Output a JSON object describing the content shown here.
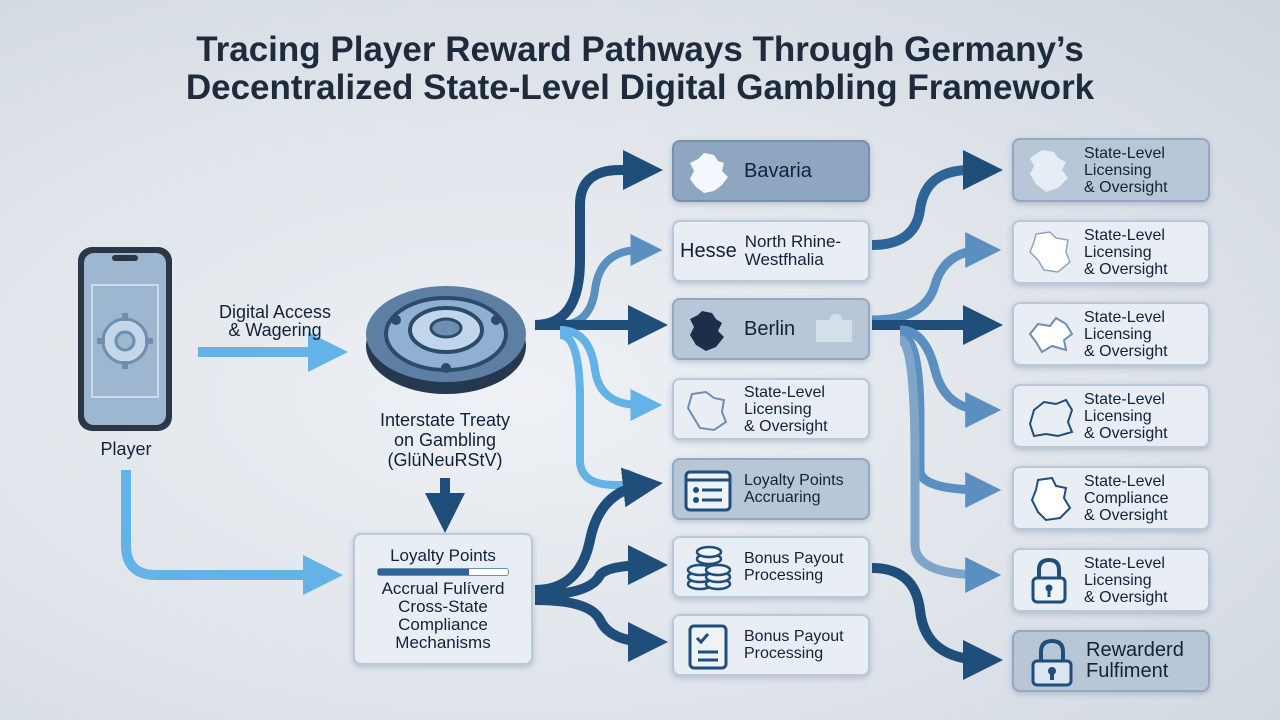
{
  "title": {
    "line1": "Tracing Player Reward Pathways Through Germany’s",
    "line2": "Decentralized State-Level Digital Gambling Framework"
  },
  "player": {
    "label": "Player"
  },
  "access": {
    "line1": "Digital Access",
    "line2": "& Wagering"
  },
  "treaty": {
    "line1": "Interstate Treaty",
    "line2": "on Gambling",
    "line3": "(GlüNeuRStV)"
  },
  "loyalty_box": {
    "line1": "Loyalty Points",
    "line2": "Accrual Fulíverd",
    "line3": "Cross-State",
    "line4": "Compliance",
    "line5": "Mechanisms"
  },
  "middle": [
    {
      "line1": "Bavaria",
      "line2": "",
      "line3": ""
    },
    {
      "prefix": "Hesse",
      "line1": "North Rhine-",
      "line2": "Westfhalia"
    },
    {
      "line1": "Berlin"
    },
    {
      "line1": "State-Level",
      "line2": "Licensing",
      "line3": "& Oversight"
    },
    {
      "line1": "Loyalty Points",
      "line2": "Accruaring"
    },
    {
      "line1": "Bonus Payout",
      "line2": "Processing"
    },
    {
      "line1": "Bonus Payout",
      "line2": "Processing"
    }
  ],
  "right": [
    {
      "line1": "State-Level",
      "line2": "Licensing",
      "line3": "& Oversight",
      "icon": "map-icon"
    },
    {
      "line1": "State-Level",
      "line2": "Licensing",
      "line3": "& Oversight",
      "icon": "map-icon"
    },
    {
      "line1": "State-Level",
      "line2": "Licensing",
      "line3": "& Oversight",
      "icon": "map-icon"
    },
    {
      "line1": "State-Level",
      "line2": "Licensing",
      "line3": "& Oversight",
      "icon": "map-icon"
    },
    {
      "line1": "State-Level",
      "line2": "Compliance",
      "line3": "& Oversight",
      "icon": "map-icon"
    },
    {
      "line1": "State-Level",
      "line2": "Licensing",
      "line3": "& Oversight",
      "icon": "lock-icon"
    },
    {
      "line1": "Rewarderd",
      "line2": "Fulfiment",
      "icon": "lock-icon"
    }
  ],
  "colors": {
    "dark_arrow": "#1f4e7a",
    "mid_arrow": "#5b8fc0",
    "light_arrow": "#63b3e6"
  }
}
